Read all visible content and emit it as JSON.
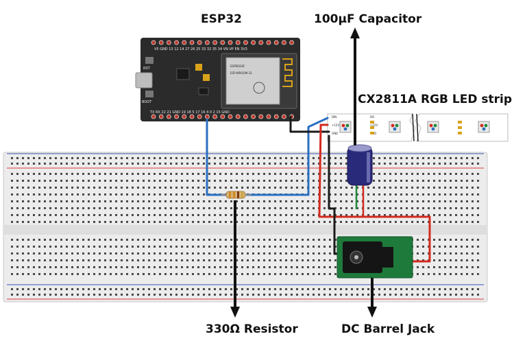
{
  "labels": {
    "esp32": "ESP32",
    "capacitor": "100µF Capacitor",
    "led_strip": "CX2811A RGB LED strip",
    "resistor": "330Ω Resistor",
    "barrel_jack": "DC Barrel Jack"
  },
  "esp32_board": {
    "top_pins": "V5 GND 13 12 14 27 26 25 33 32 35 34 VN VP EN 3V3",
    "bottom_pins": "TX RX 22 21 GND 19 18 5 17 16 4 0 2 15 GND",
    "button_rst": "RST",
    "button_boot": "BOOT",
    "module_brand": "ESPRESSIF",
    "module_model": "ESP-WROOM-32"
  },
  "led_strip": {
    "pad_left": [
      "DIN",
      "+12V",
      "GND"
    ],
    "pad_right": [
      "DO",
      "+12V",
      "GND"
    ]
  },
  "colors": {
    "wire_blue": "#2a6fc0",
    "wire_red": "#d32a1e",
    "wire_black": "#1a1a1a",
    "wire_green": "#1f8a3a",
    "board_pcb": "#2b2b2b",
    "jack_pcb": "#1e7a3a",
    "capacitor": "#2a2a7a"
  }
}
